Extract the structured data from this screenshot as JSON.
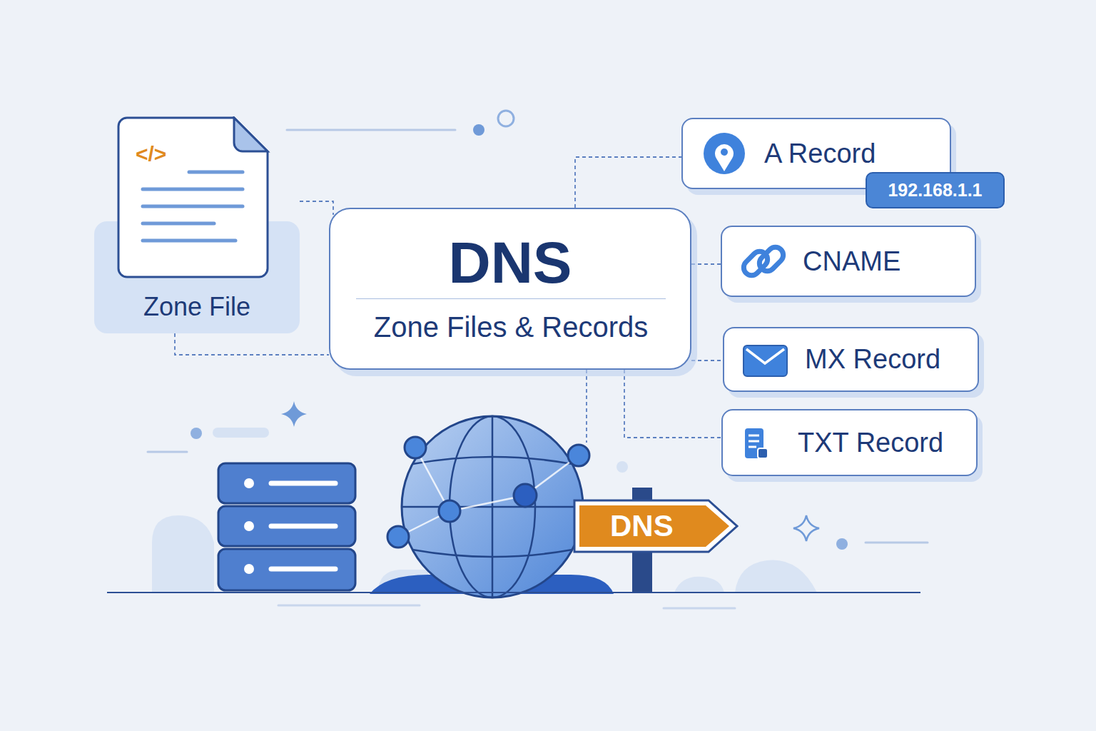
{
  "diagram": {
    "nodes": [
      {
        "text": [
          "Zone File"
        ]
      },
      {
        "text": [
          "DNS",
          "Zone Files & Records"
        ]
      },
      {
        "text": [
          "A Record"
        ]
      },
      {
        "text": [
          "192.168.1.1"
        ]
      },
      {
        "text": [
          "CNAME"
        ]
      },
      {
        "text": [
          "MX Record"
        ]
      },
      {
        "text": [
          "TXT Record"
        ]
      },
      {
        "text": [
          "DNS"
        ]
      }
    ],
    "edges": [
      {
        "from": 0,
        "to": 1,
        "arrow": "none"
      },
      {
        "from": 0,
        "to": 1,
        "arrow": "none"
      },
      {
        "from": 1,
        "to": 2,
        "arrow": "none"
      },
      {
        "from": 1,
        "to": 4,
        "arrow": "none"
      },
      {
        "from": 1,
        "to": 5,
        "arrow": "none"
      },
      {
        "from": 1,
        "to": 6,
        "arrow": "none"
      }
    ],
    "labels": [
      "</>"
    ]
  }
}
